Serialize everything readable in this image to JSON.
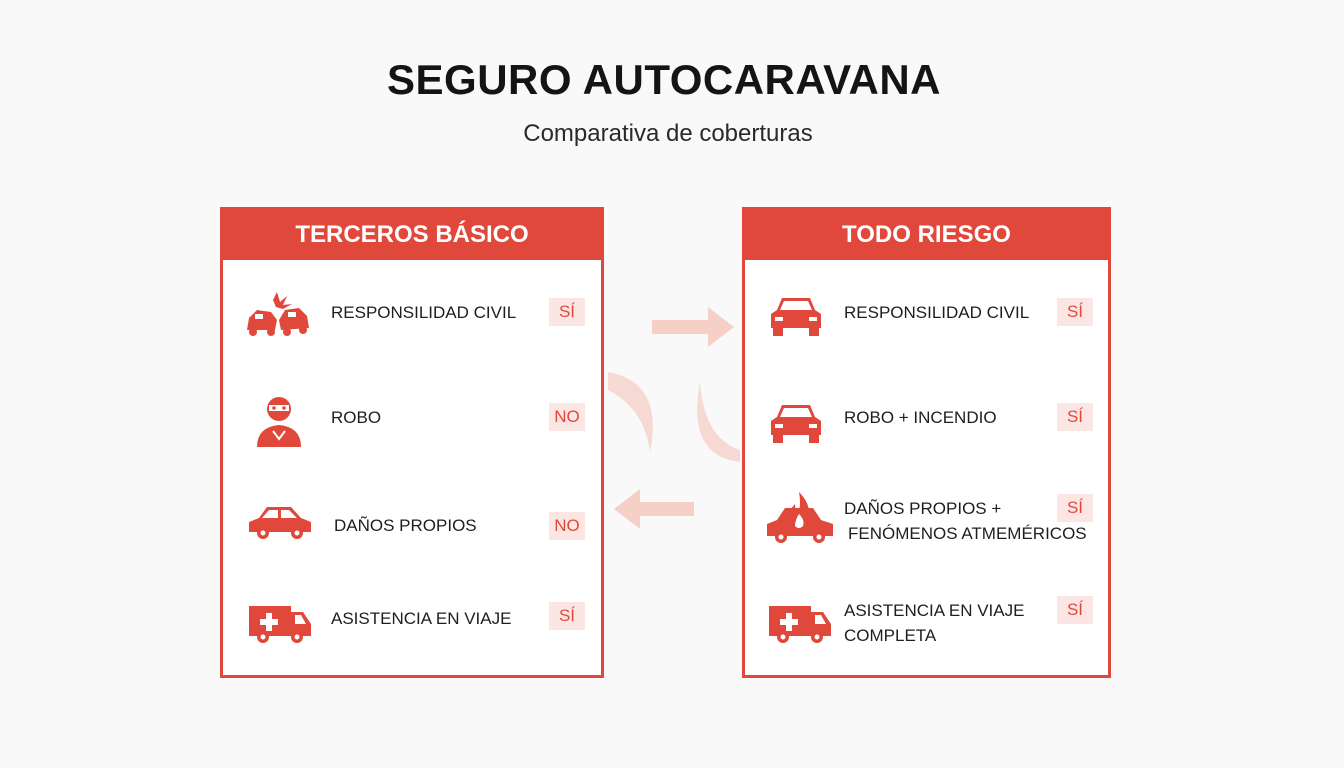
{
  "header": {
    "title": "SEGURO AUTOCARAVANA",
    "subtitle": "Comparativa de coberturas"
  },
  "colors": {
    "accent": "#e0483c",
    "badge_bg": "#fbe6e3",
    "connector": "#f6cfc7"
  },
  "panels": {
    "left": {
      "title": "TERCEROS BÁSICO",
      "rows": [
        {
          "icon": "car-crash-icon",
          "label": "RESPONSILIDAD CIVIL",
          "value": "SÍ"
        },
        {
          "icon": "thief-icon",
          "label": "ROBO",
          "value": "NO"
        },
        {
          "icon": "car-icon",
          "label": "DAÑOS PROPIOS",
          "value": "NO"
        },
        {
          "icon": "ambulance-icon",
          "label": "ASISTENCIA EN VIAJE",
          "value": "SÍ"
        }
      ]
    },
    "right": {
      "title": "TODO RIESGO",
      "rows": [
        {
          "icon": "car-front-icon",
          "label": "RESPONSILIDAD CIVIL",
          "value": "SÍ"
        },
        {
          "icon": "car-front-icon",
          "label": "ROBO + INCENDIO",
          "value": "SÍ"
        },
        {
          "icon": "car-fire-icon",
          "label_line1": "DAÑOS PROPIOS +",
          "label_line2": "FENÓMENOS ATMEMÉRICOS",
          "value": "SÍ"
        },
        {
          "icon": "ambulance-icon",
          "label_line1": "ASISTENCIA EN VIAJE",
          "label_line2": "COMPLETA",
          "value": "SÍ"
        }
      ]
    }
  }
}
